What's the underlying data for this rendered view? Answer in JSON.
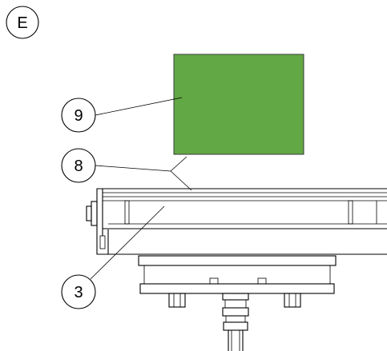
{
  "view_label": "E",
  "callouts": [
    {
      "id": "callout-9",
      "text": "9"
    },
    {
      "id": "callout-8",
      "text": "8"
    },
    {
      "id": "callout-3",
      "text": "3"
    }
  ],
  "colors": {
    "green_block": "#62a844",
    "line": "#000000",
    "background": "#ffffff"
  }
}
